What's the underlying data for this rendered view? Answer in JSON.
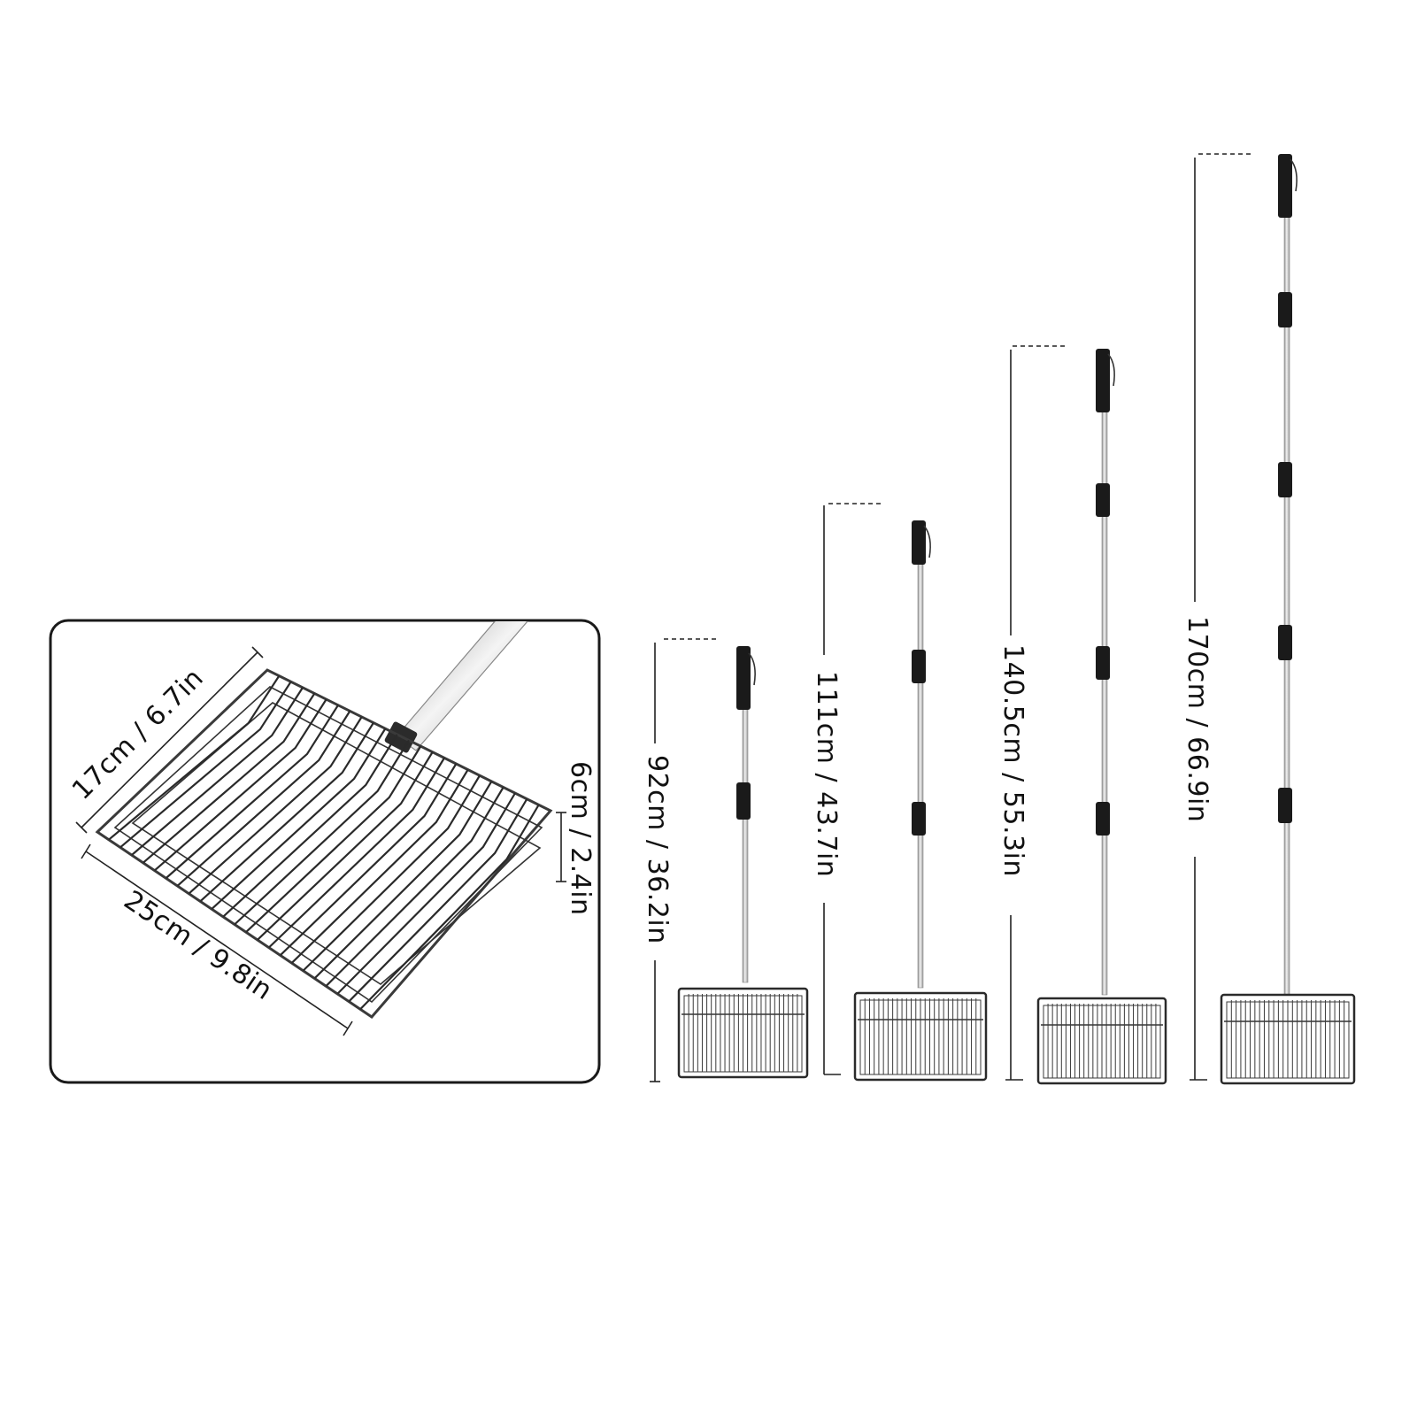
{
  "detail": {
    "width_label": "17cm / 6.7in",
    "length_label": "25cm / 9.8in",
    "height_label": "6cm / 2.4in"
  },
  "lengths": [
    {
      "label": "92cm / 36.2in",
      "value_cm": 92
    },
    {
      "label": "111cm / 43.7in",
      "value_cm": 111
    },
    {
      "label": "140.5cm / 55.3in",
      "value_cm": 140.5
    },
    {
      "label": "170cm / 66.9in",
      "value_cm": 170
    }
  ],
  "colors": {
    "wire": "#2a2a2a",
    "handle_grip": "#1a1a1a",
    "pole": "#b8b8b8",
    "frame_border": "#222222"
  }
}
